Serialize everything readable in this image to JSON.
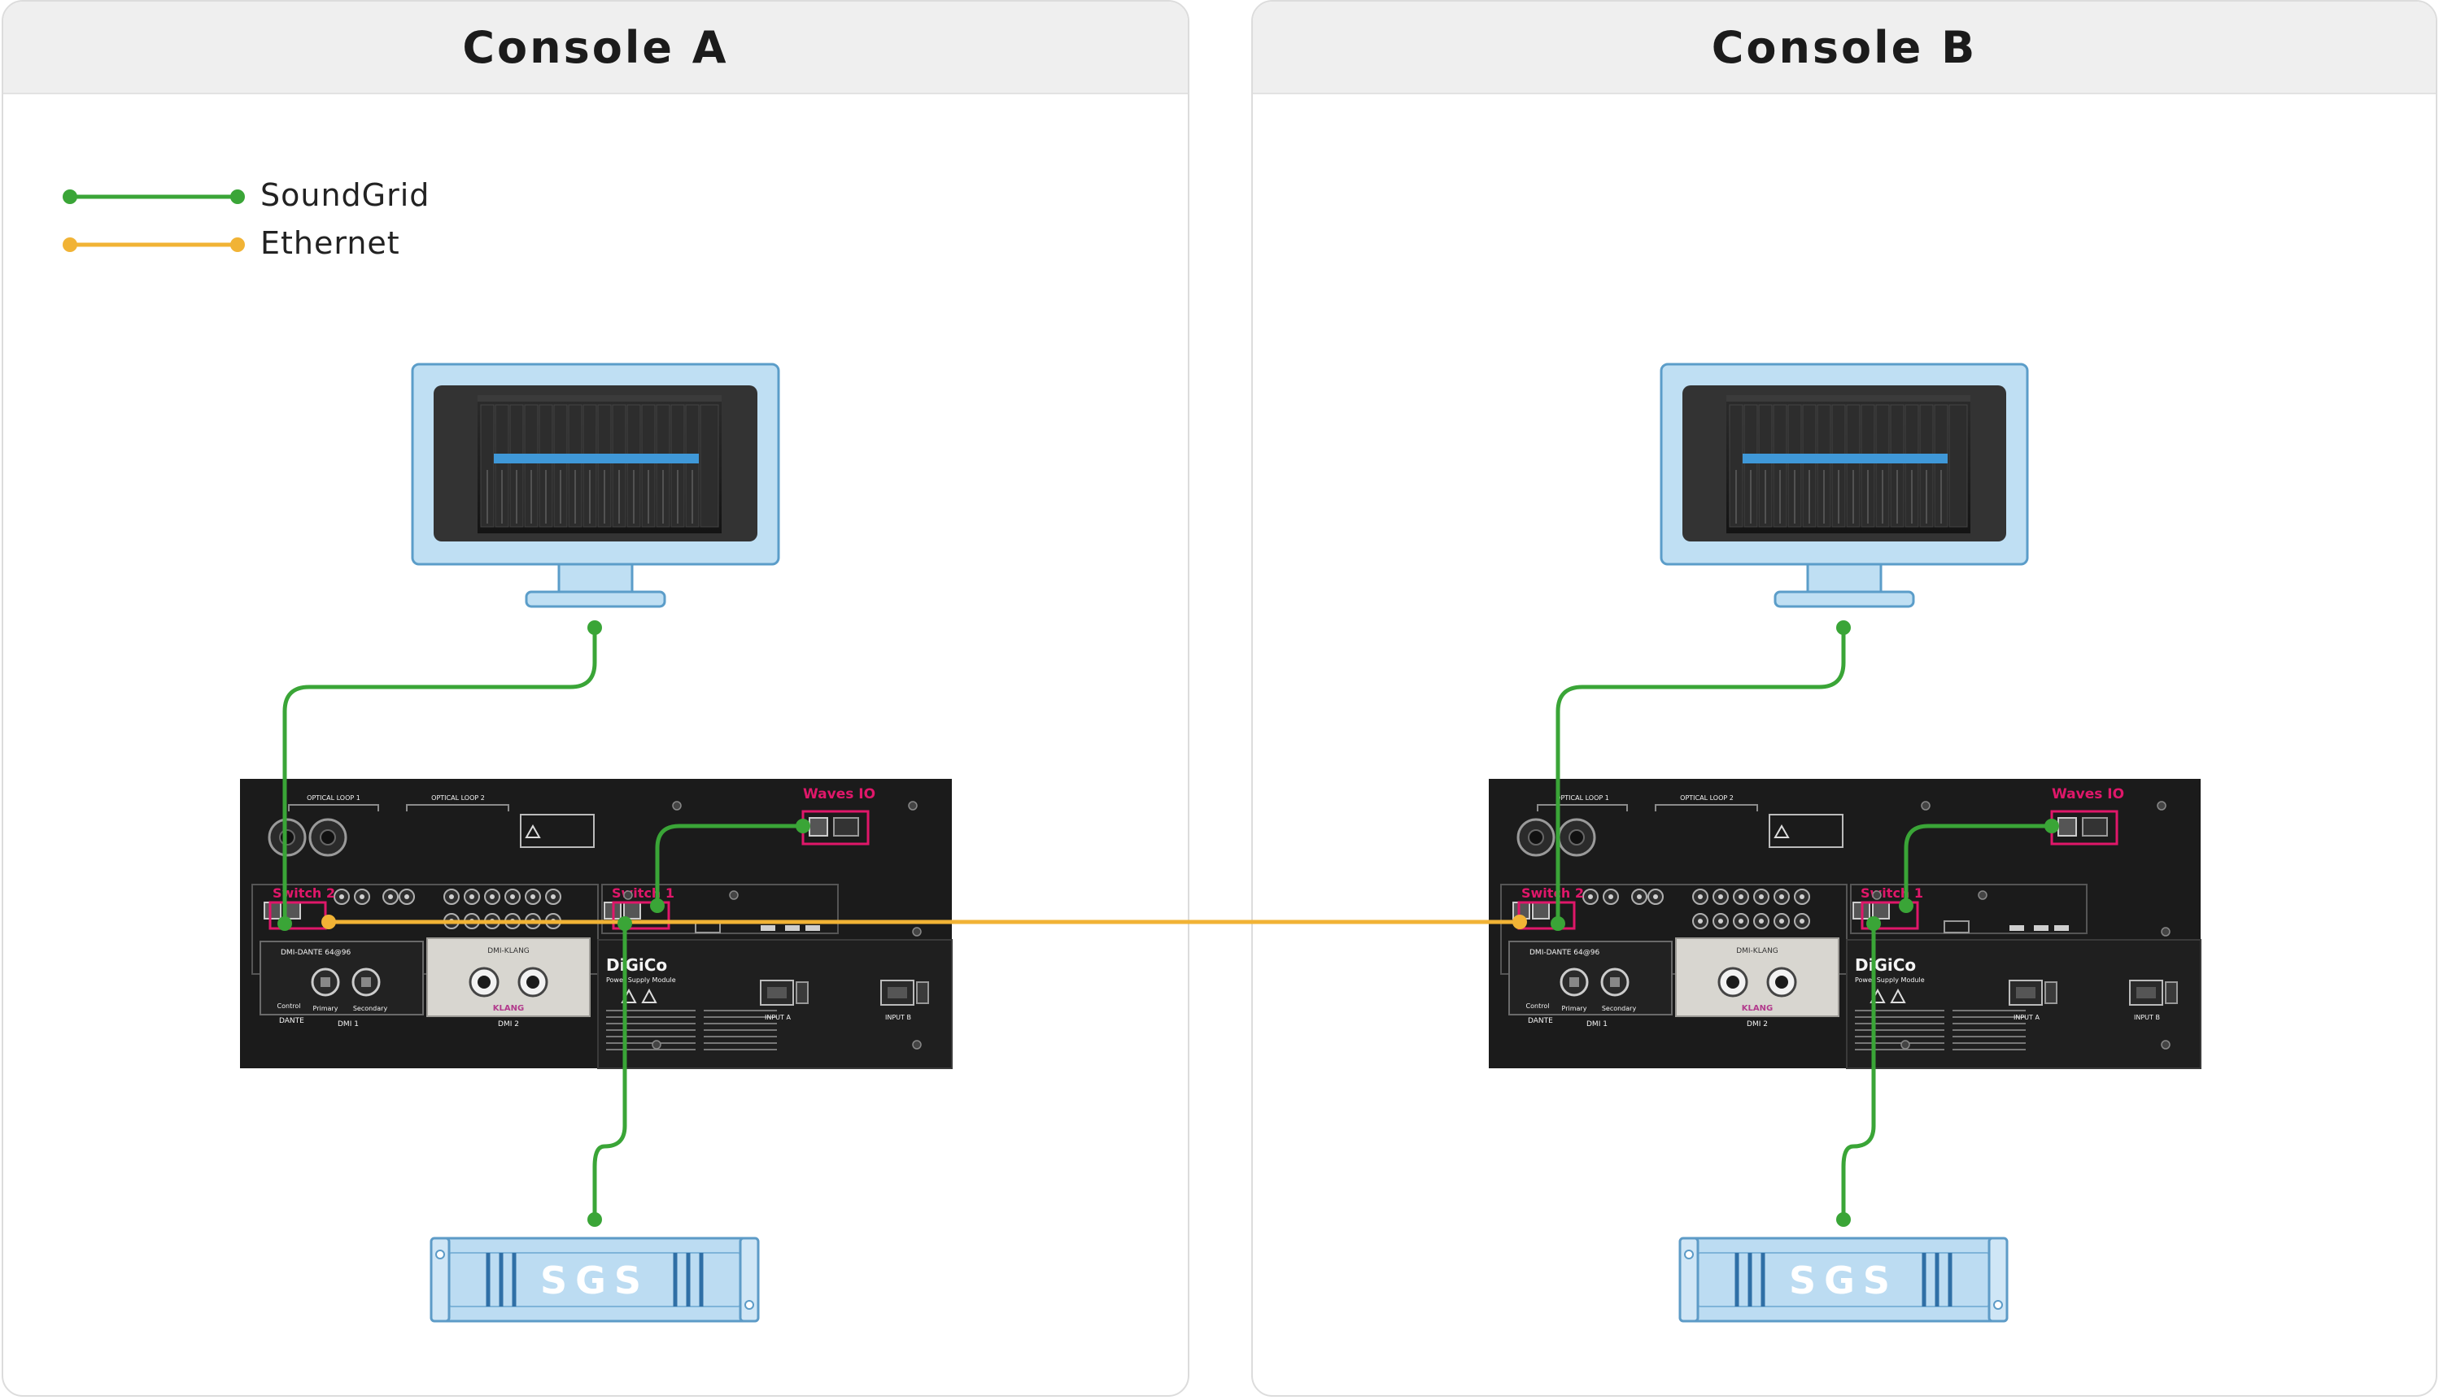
{
  "panels": [
    {
      "id": "a",
      "title": "Console A"
    },
    {
      "id": "b",
      "title": "Console B"
    }
  ],
  "legend": {
    "soundgrid": {
      "label": "SoundGrid",
      "color": "#3aa537"
    },
    "ethernet": {
      "label": "Ethernet",
      "color": "#f1b335"
    }
  },
  "rack": {
    "waves_io": "Waves IO",
    "switch_1": "Switch 1",
    "switch_2": "Switch 2",
    "brand": "DiGiCo",
    "brand_sub": "Power Supply Module",
    "dmi_dante": "DMI-DANTE 64@96",
    "dmi_klang": "DMI-KLANG",
    "klang": "KLANG",
    "primary": "Primary",
    "secondary": "Secondary",
    "control": "Control",
    "dante": "DANTE",
    "dmi_1": "DMI 1",
    "dmi_2": "DMI 2",
    "input_a": "INPUT A",
    "input_b": "INPUT B",
    "optical_1": "OPTICAL LOOP 1",
    "optical_2": "OPTICAL LOOP 2"
  },
  "server": {
    "label": "SGS"
  },
  "colors": {
    "monitor_fill": "#bfdff3",
    "monitor_stroke": "#5b9dc9",
    "server_fill": "#bcdcf2",
    "rack_fill": "#1b1b1b",
    "highlight": "#e0176a"
  }
}
